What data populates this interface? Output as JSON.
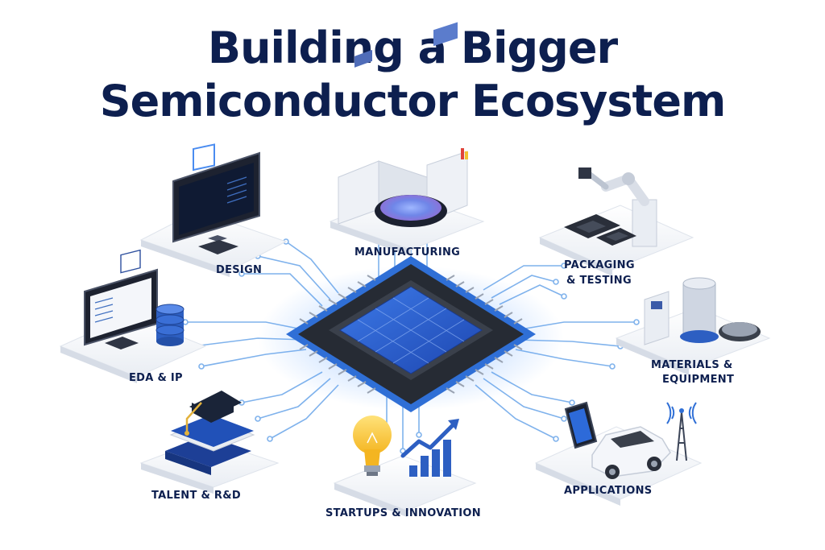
{
  "title": {
    "line1": "Building a Bigger",
    "line2": "Semiconductor Ecosystem"
  },
  "nodes": {
    "design": "DESIGN",
    "manufacturing": "MANUFACTURING",
    "packaging_line1": "PACKAGING",
    "packaging_line2": "& TESTING",
    "eda": "EDA & IP",
    "materials_line1": "MATERIALS &",
    "materials_line2": "EQUIPMENT",
    "talent": "TALENT & R&D",
    "startups": "STARTUPS & INNOVATION",
    "applications": "APPLICATIONS"
  },
  "colors": {
    "title": "#0d1f4f",
    "accent": "#2f6fd6",
    "trace": "#7fb2ec",
    "chip_body": "#2b2f38",
    "die": "#2456c9"
  },
  "icons": [
    "monitor-icon",
    "fab-equipment-icon",
    "robot-arm-icon",
    "database-icon",
    "cleanroom-icon",
    "graduation-cap-icon",
    "lightbulb-icon",
    "growth-chart-icon",
    "smartphone-icon",
    "car-icon",
    "cell-tower-icon"
  ]
}
